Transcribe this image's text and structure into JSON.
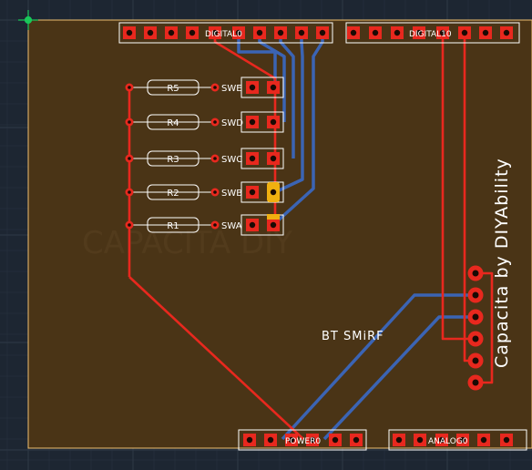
{
  "board": {
    "title": "Capacita by DIYAbility",
    "module_label": "BT SMiRF"
  },
  "headers": {
    "digital_left": "DIGITAL0",
    "digital_right": "DIGITAL10",
    "power": "POWER0",
    "analog": "ANALOG0"
  },
  "resistors": [
    {
      "label": "R5",
      "switch": "SWE"
    },
    {
      "label": "R4",
      "switch": "SWD"
    },
    {
      "label": "R3",
      "switch": "SWC"
    },
    {
      "label": "R2",
      "switch": "SWB"
    },
    {
      "label": "R1",
      "switch": "SWA"
    }
  ],
  "colors": {
    "background": "#1d2632",
    "board_fill": "#4a3416",
    "board_outline": "#f0c070",
    "top_copper": "#e8281e",
    "bottom_copper": "#3b64b4",
    "silkscreen": "#ffffff",
    "highlight": "#f0b010",
    "origin_marker": "#19c85a"
  },
  "icons": {
    "origin": "crosshair-icon"
  }
}
